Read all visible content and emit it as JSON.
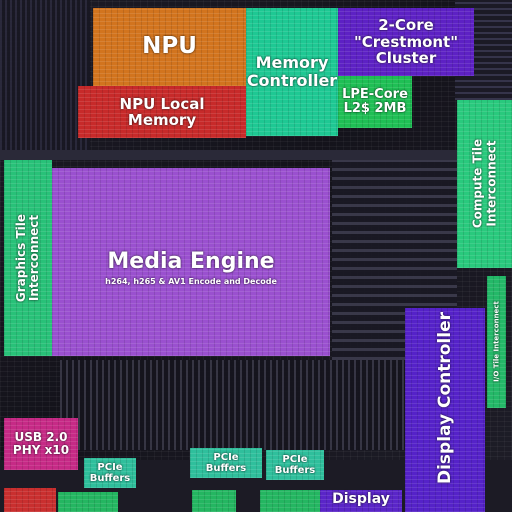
{
  "die_blocks": {
    "npu": "NPU",
    "npu_local_memory": [
      "NPU Local",
      "Memory"
    ],
    "memory_controller": [
      "Memory",
      "Controller"
    ],
    "core_cluster": [
      "2-Core",
      "\"Crestmont\"",
      "Cluster"
    ],
    "lpe_core_l2": [
      "LPE-Core",
      "L2$ 2MB"
    ],
    "compute_tile_interconnect": [
      "Compute Tile",
      "Interconnect"
    ],
    "graphics_tile_interconnect": [
      "Graphics Tile",
      "Interconnect"
    ],
    "media_engine": {
      "title": "Media Engine",
      "subtitle": "h264, h265 & AV1 Encode and Decode"
    },
    "io_tile_interconnect": "I/O Tile Interconnect",
    "display_controller": "Display Controller",
    "usb_phy": [
      "USB 2.0",
      "PHY x10"
    ],
    "pcie_buffers_left": [
      "PCIe",
      "Buffers"
    ],
    "pcie_buffers_mid": [
      "PCIe",
      "Buffers"
    ],
    "pcie_buffers_right": [
      "PCIe",
      "Buffers"
    ],
    "display_bottom": "Display"
  },
  "colors": {
    "npu": "#d2741e",
    "npu_local_memory": "#c72a2a",
    "memory_controller": "#1ec893",
    "core_cluster": "#5d21c4",
    "lpe_core_l2": "#1fbf55",
    "compute_tile_interconnect": "#29c97d",
    "graphics_tile_interconnect": "#28c178",
    "media_engine": "#9a50cf",
    "io_tile_interconnect": "#24b868",
    "display_controller": "#5522c8",
    "usb_phy": "#c62a86",
    "pcie_buffers": "#2fbf9c",
    "bottom_red": "#c92f2f",
    "bottom_green": "#24b661",
    "display_bottom": "#5a25c8"
  }
}
